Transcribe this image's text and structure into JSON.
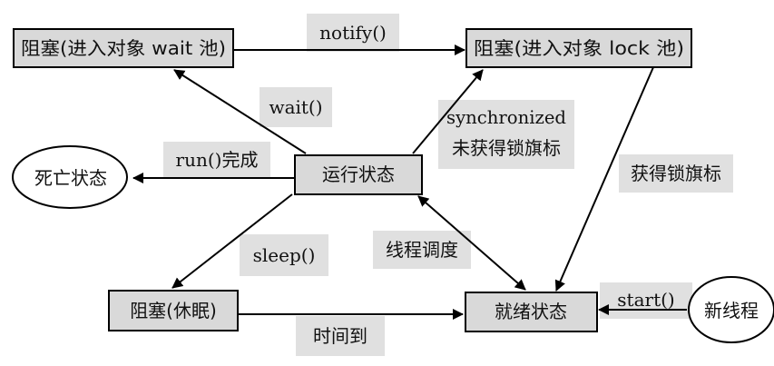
{
  "nodes": {
    "blocked_wait_pool": "阻塞(进入对象 wait 池)",
    "blocked_lock_pool": "阻塞(进入对象 lock 池)",
    "running": "运行状态",
    "dead": "死亡状态",
    "blocked_sleep": "阻塞(休眠)",
    "ready": "就绪状态",
    "new_thread": "新线程"
  },
  "labels": {
    "notify": "notify()",
    "wait": "wait()",
    "synchronized": "synchronized",
    "no_lock_flag": "未获得锁旗标",
    "run_done": "run()完成",
    "got_lock_flag": "获得锁旗标",
    "sleep": "sleep()",
    "scheduling": "线程调度",
    "time_up": "时间到",
    "start": "start()"
  },
  "colors": {
    "node_fill": "#d9d9d9",
    "label_fill": "#e0e0e0",
    "stroke": "#000000"
  }
}
